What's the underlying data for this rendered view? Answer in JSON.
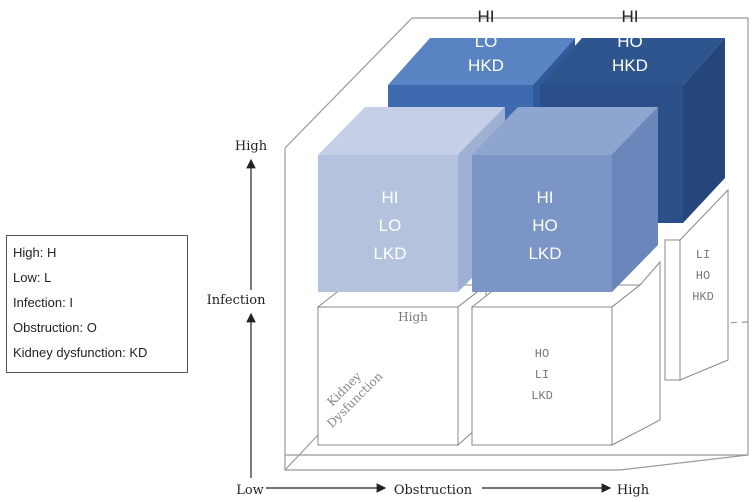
{
  "legend": {
    "items": [
      "High: H",
      "Low:  L",
      "Infection: I",
      "Obstruction: O",
      "Kidney dysfunction: KD"
    ]
  },
  "axes": {
    "vertical": {
      "label": "Infection",
      "high": "High"
    },
    "horizontal": {
      "label": "Obstruction",
      "low": "Low",
      "high": "High"
    },
    "depth": {
      "label_line1": "Kidney",
      "label_line2": "Dysfunction",
      "high": "High"
    }
  },
  "cubes": {
    "back_left": [
      "HI",
      "LO",
      "HKD"
    ],
    "back_right": [
      "HI",
      "HO",
      "HKD"
    ],
    "front_left": [
      "HI",
      "LO",
      "LKD"
    ],
    "front_right": [
      "HI",
      "HO",
      "LKD"
    ],
    "back_right_low": [
      "LI",
      "HO",
      "HKD"
    ],
    "front_right_low": [
      "HO",
      "LI",
      "LKD"
    ]
  },
  "colors": {
    "back_left_face": "#3e6bb0",
    "back_right_face": "#2f5590",
    "front_left_face": "#b4c2de",
    "front_right_face": "#7b95c7",
    "outline": "#888888"
  }
}
